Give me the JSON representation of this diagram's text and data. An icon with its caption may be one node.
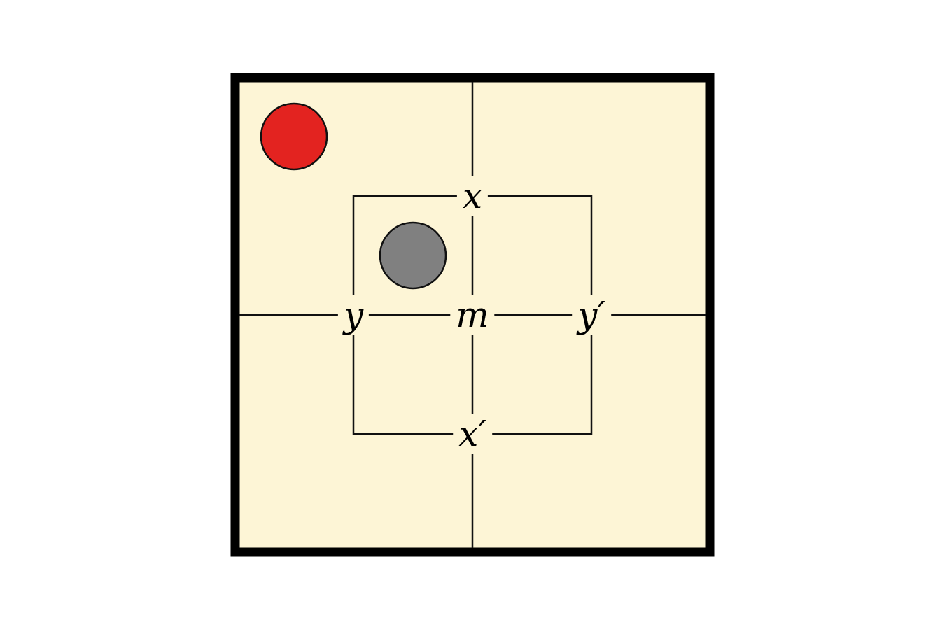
{
  "diagram": {
    "nodes": [
      {
        "text": [],
        "shape": "circle"
      },
      {
        "text": [],
        "shape": "circle"
      }
    ],
    "labels": [
      "x",
      "y",
      "m",
      "y′",
      "x′"
    ]
  }
}
